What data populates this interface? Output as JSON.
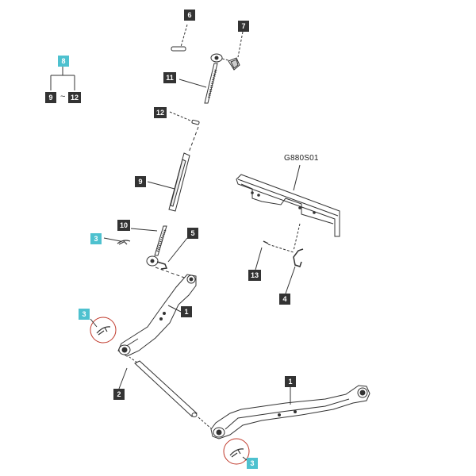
{
  "diagram": {
    "drawing_code": "G880S01",
    "group_note": {
      "parent": "8",
      "range_start": "9",
      "range_separator": "~",
      "range_end": "12"
    },
    "callouts": {
      "c1a": "1",
      "c1b": "1",
      "c2": "2",
      "c3a": "3",
      "c3b": "3",
      "c3c": "3",
      "c4": "4",
      "c5": "5",
      "c6": "6",
      "c7": "7",
      "c9": "9",
      "c10": "10",
      "c11": "11",
      "c12": "12",
      "c13": "13"
    },
    "colors": {
      "label_dark": "#333333",
      "label_accent": "#4ec1cf",
      "highlight_circle": "#c0392b",
      "line": "#333333"
    }
  }
}
